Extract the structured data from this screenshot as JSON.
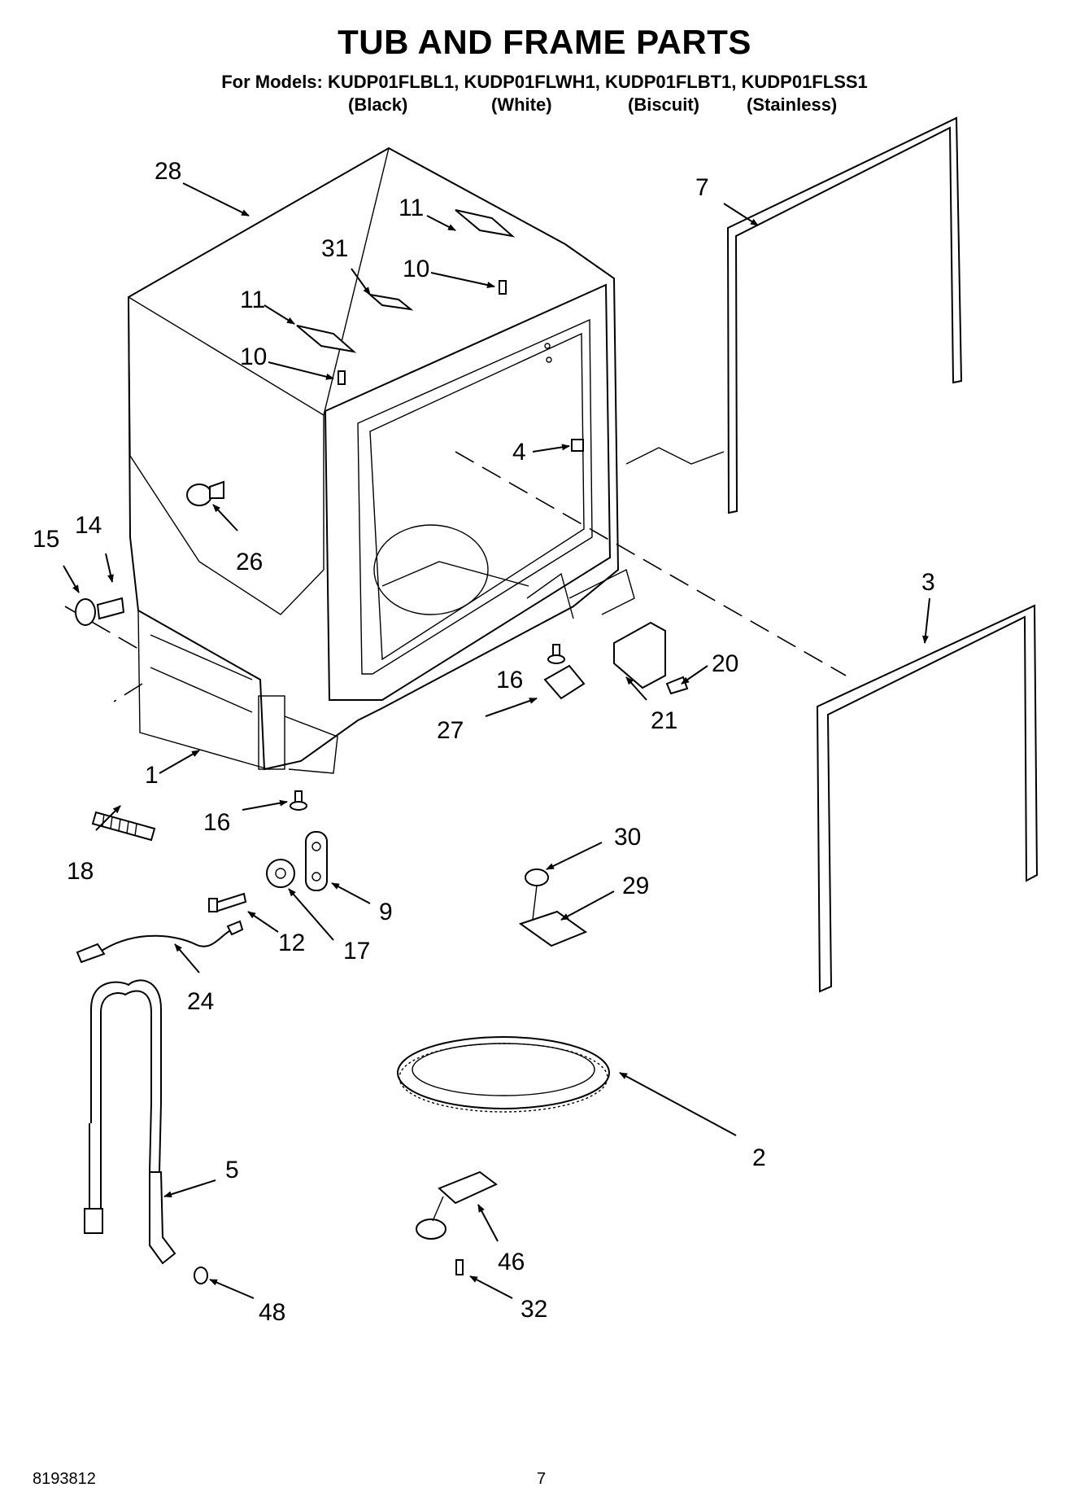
{
  "header": {
    "title": "TUB AND FRAME PARTS",
    "models_line": "For Models: KUDP01FLBL1, KUDP01FLWH1, KUDP01FLBT1, KUDP01FLSS1",
    "finishes": [
      "(Black)",
      "(White)",
      "(Biscuit)",
      "(Stainless)"
    ]
  },
  "callouts": {
    "c28": "28",
    "c7": "7",
    "c11a": "11",
    "c10a": "10",
    "c31": "31",
    "c11b": "11",
    "c10b": "10",
    "c4": "4",
    "c26": "26",
    "c15": "15",
    "c14": "14",
    "c3": "3",
    "c16a": "16",
    "c20": "20",
    "c27": "27",
    "c21": "21",
    "c1": "1",
    "c16b": "16",
    "c18": "18",
    "c30": "30",
    "c29": "29",
    "c9": "9",
    "c12": "12",
    "c17": "17",
    "c24": "24",
    "c2": "2",
    "c5": "5",
    "c46": "46",
    "c32": "32",
    "c48": "48"
  },
  "footer": {
    "doc_number": "8193812",
    "page_number": "7"
  }
}
